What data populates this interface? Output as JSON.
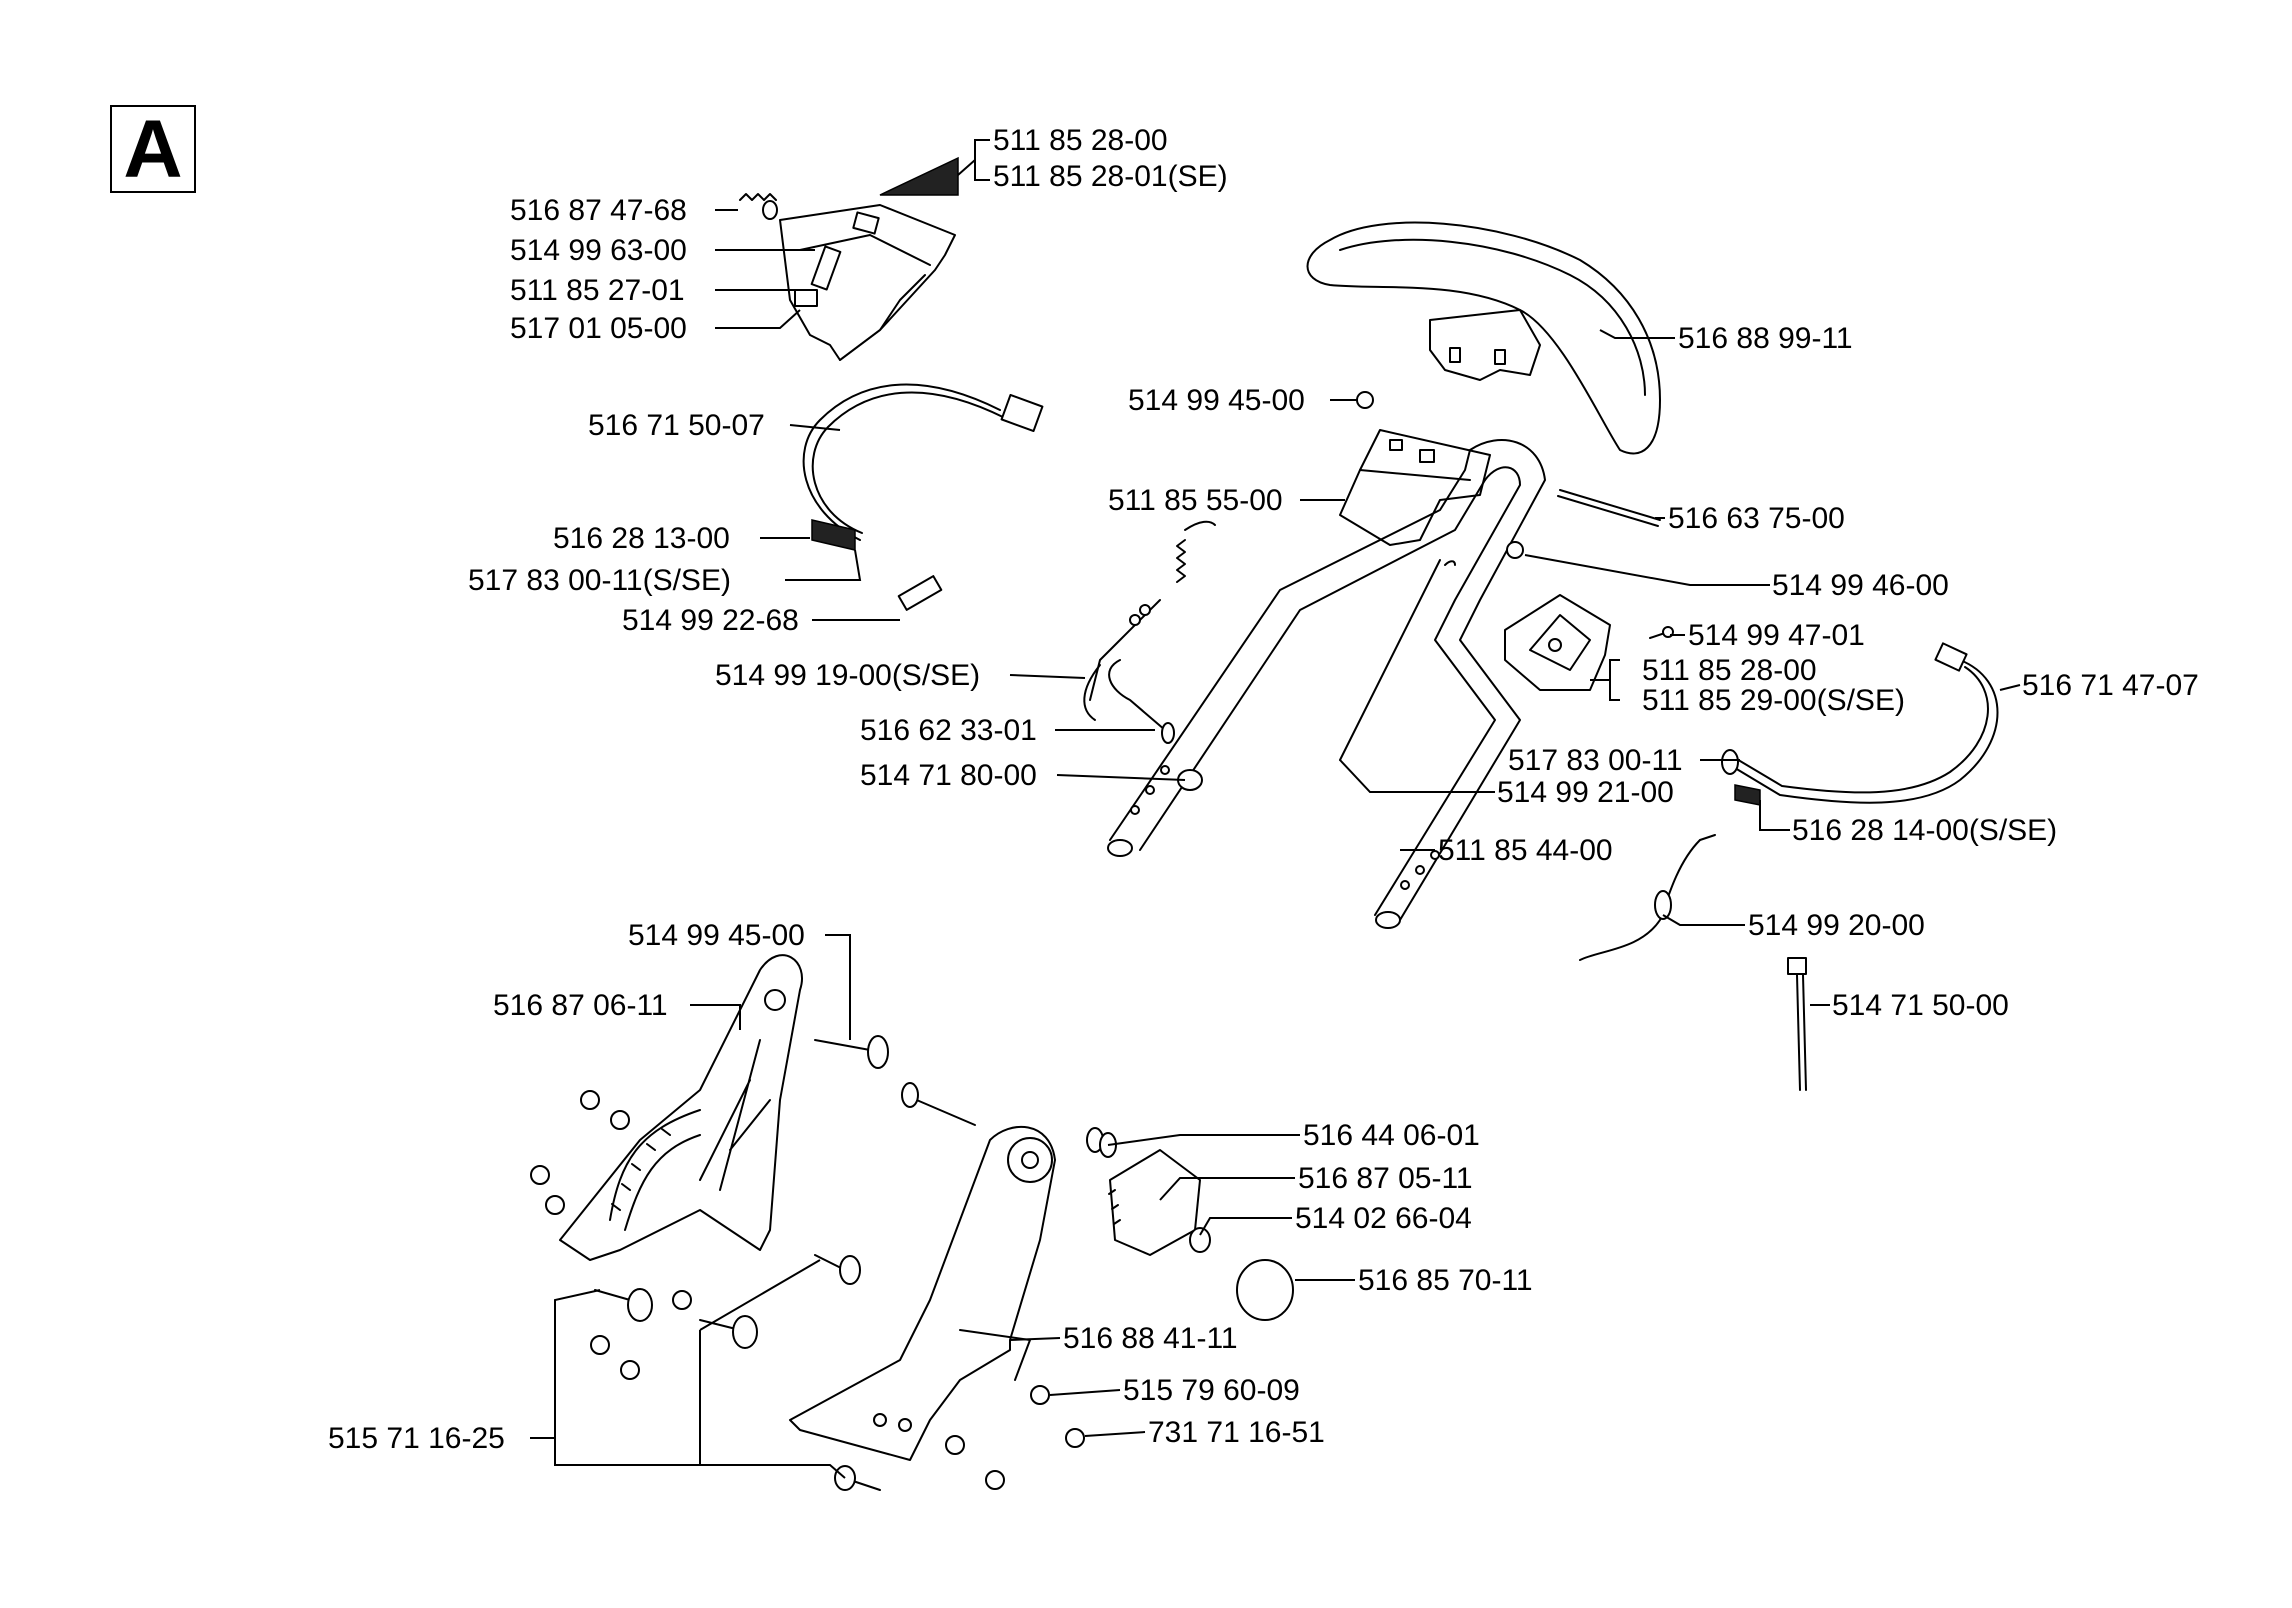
{
  "section_letter": "A",
  "labels": [
    {
      "id": "l01",
      "text": "511 85 28-00"
    },
    {
      "id": "l02",
      "text": "511 85 28-01(SE)"
    },
    {
      "id": "l03",
      "text": "516 87 47-68"
    },
    {
      "id": "l04",
      "text": "514 99 63-00"
    },
    {
      "id": "l05",
      "text": "511 85 27-01"
    },
    {
      "id": "l06",
      "text": "517 01 05-00"
    },
    {
      "id": "l07",
      "text": "516 88 99-11"
    },
    {
      "id": "l08",
      "text": "514 99 45-00"
    },
    {
      "id": "l09",
      "text": "516 71 50-07"
    },
    {
      "id": "l10",
      "text": "511 85 55-00"
    },
    {
      "id": "l11",
      "text": "516 63 75-00"
    },
    {
      "id": "l12",
      "text": "516 28 13-00"
    },
    {
      "id": "l13",
      "text": "517 83 00-11(S/SE)"
    },
    {
      "id": "l14",
      "text": "514 99 46-00"
    },
    {
      "id": "l15",
      "text": "514 99 22-68"
    },
    {
      "id": "l16",
      "text": "514 99 47-01"
    },
    {
      "id": "l17",
      "text": "511 85 28-00"
    },
    {
      "id": "l18",
      "text": "516 71 47-07"
    },
    {
      "id": "l19",
      "text": "514 99 19-00(S/SE)"
    },
    {
      "id": "l20",
      "text": "511 85 29-00(S/SE)"
    },
    {
      "id": "l21",
      "text": "516 62 33-01"
    },
    {
      "id": "l22",
      "text": "517 83 00-11"
    },
    {
      "id": "l23",
      "text": "514 71 80-00"
    },
    {
      "id": "l24",
      "text": "514 99 21-00"
    },
    {
      "id": "l25",
      "text": "516 28 14-00(S/SE)"
    },
    {
      "id": "l26",
      "text": "511 85 44-00"
    },
    {
      "id": "l27",
      "text": "514 99 20-00"
    },
    {
      "id": "l28",
      "text": "514 99 45-00"
    },
    {
      "id": "l29",
      "text": "516 87 06-11"
    },
    {
      "id": "l30",
      "text": "514 71 50-00"
    },
    {
      "id": "l31",
      "text": "516 44 06-01"
    },
    {
      "id": "l32",
      "text": "516 87 05-11"
    },
    {
      "id": "l33",
      "text": "514 02 66-04"
    },
    {
      "id": "l34",
      "text": "516 85 70-11"
    },
    {
      "id": "l35",
      "text": "516 88 41-11"
    },
    {
      "id": "l36",
      "text": "515 79 60-09"
    },
    {
      "id": "l37",
      "text": "731 71 16-51"
    },
    {
      "id": "l38",
      "text": "515 71 16-25"
    }
  ]
}
